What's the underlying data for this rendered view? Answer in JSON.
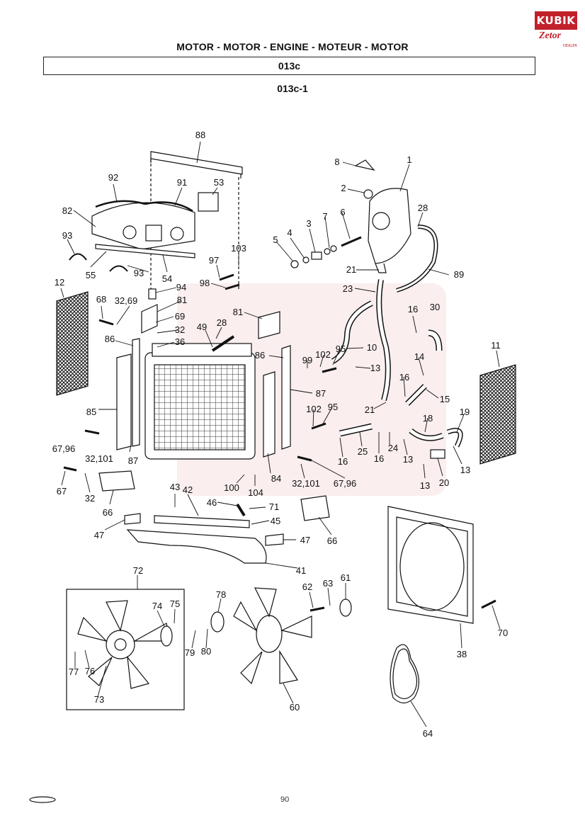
{
  "header": {
    "title": "MOTOR - MOTOR - ENGINE - MOTEUR - MOTOR",
    "section_code": "013c",
    "subsection_code": "013c-1"
  },
  "logo": {
    "brand": "KUBIK",
    "sub": "Zetor",
    "small": "DEALER",
    "color": "#c2202b"
  },
  "footer": {
    "page": "90"
  },
  "callouts": [
    {
      "id": "c88",
      "text": "88"
    },
    {
      "id": "c8",
      "text": "8"
    },
    {
      "id": "c1",
      "text": "1"
    },
    {
      "id": "c92",
      "text": "92"
    },
    {
      "id": "c91",
      "text": "91"
    },
    {
      "id": "c53",
      "text": "53"
    },
    {
      "id": "c2",
      "text": "2"
    },
    {
      "id": "c28a",
      "text": "28"
    },
    {
      "id": "c82",
      "text": "82"
    },
    {
      "id": "c7",
      "text": "7"
    },
    {
      "id": "c6",
      "text": "6"
    },
    {
      "id": "c3",
      "text": "3"
    },
    {
      "id": "c4",
      "text": "4"
    },
    {
      "id": "c5",
      "text": "5"
    },
    {
      "id": "c93a",
      "text": "93"
    },
    {
      "id": "c55",
      "text": "55"
    },
    {
      "id": "c93b",
      "text": "93"
    },
    {
      "id": "c54",
      "text": "54"
    },
    {
      "id": "c103",
      "text": "103"
    },
    {
      "id": "c97",
      "text": "97"
    },
    {
      "id": "c21a",
      "text": "21"
    },
    {
      "id": "c89",
      "text": "89"
    },
    {
      "id": "c12",
      "text": "12"
    },
    {
      "id": "c98",
      "text": "98"
    },
    {
      "id": "c94",
      "text": "94"
    },
    {
      "id": "c23",
      "text": "23"
    },
    {
      "id": "c68",
      "text": "68"
    },
    {
      "id": "c3269a",
      "text": "32,69"
    },
    {
      "id": "c81a",
      "text": "81"
    },
    {
      "id": "c81b",
      "text": "81"
    },
    {
      "id": "c69",
      "text": "69"
    },
    {
      "id": "c16a",
      "text": "16"
    },
    {
      "id": "c30",
      "text": "30"
    },
    {
      "id": "c32a",
      "text": "32"
    },
    {
      "id": "c49",
      "text": "49"
    },
    {
      "id": "c28b",
      "text": "28"
    },
    {
      "id": "c86a",
      "text": "86"
    },
    {
      "id": "c36",
      "text": "36"
    },
    {
      "id": "c10",
      "text": "10"
    },
    {
      "id": "c11",
      "text": "11"
    },
    {
      "id": "c95a",
      "text": "95"
    },
    {
      "id": "c86b",
      "text": "86"
    },
    {
      "id": "c102a",
      "text": "102"
    },
    {
      "id": "c99",
      "text": "99"
    },
    {
      "id": "c14",
      "text": "14"
    },
    {
      "id": "c13a",
      "text": "13"
    },
    {
      "id": "c16b",
      "text": "16"
    },
    {
      "id": "c15",
      "text": "15"
    },
    {
      "id": "c87a",
      "text": "87"
    },
    {
      "id": "c85",
      "text": "85"
    },
    {
      "id": "c21b",
      "text": "21"
    },
    {
      "id": "c19",
      "text": "19"
    },
    {
      "id": "c102b",
      "text": "102"
    },
    {
      "id": "c95b",
      "text": "95"
    },
    {
      "id": "c18",
      "text": "18"
    },
    {
      "id": "c6796a",
      "text": "67,96"
    },
    {
      "id": "c32101a",
      "text": "32,101"
    },
    {
      "id": "c87b",
      "text": "87"
    },
    {
      "id": "c25",
      "text": "25"
    },
    {
      "id": "c24",
      "text": "24"
    },
    {
      "id": "c16c",
      "text": "16"
    },
    {
      "id": "c16d",
      "text": "16"
    },
    {
      "id": "c13b",
      "text": "13"
    },
    {
      "id": "c13c",
      "text": "13"
    },
    {
      "id": "c84",
      "text": "84"
    },
    {
      "id": "c32101b",
      "text": "32,101"
    },
    {
      "id": "c6796b",
      "text": "67,96"
    },
    {
      "id": "c20",
      "text": "20"
    },
    {
      "id": "c13d",
      "text": "13"
    },
    {
      "id": "c67",
      "text": "67"
    },
    {
      "id": "c32b",
      "text": "32"
    },
    {
      "id": "c100",
      "text": "100"
    },
    {
      "id": "c104",
      "text": "104"
    },
    {
      "id": "c43",
      "text": "43"
    },
    {
      "id": "c42",
      "text": "42"
    },
    {
      "id": "c66a",
      "text": "66"
    },
    {
      "id": "c46",
      "text": "46"
    },
    {
      "id": "c71",
      "text": "71"
    },
    {
      "id": "c45",
      "text": "45"
    },
    {
      "id": "c47a",
      "text": "47"
    },
    {
      "id": "c47b",
      "text": "47"
    },
    {
      "id": "c66b",
      "text": "66"
    },
    {
      "id": "c41",
      "text": "41"
    },
    {
      "id": "c72",
      "text": "72"
    },
    {
      "id": "c78",
      "text": "78"
    },
    {
      "id": "c62",
      "text": "62"
    },
    {
      "id": "c63",
      "text": "63"
    },
    {
      "id": "c61",
      "text": "61"
    },
    {
      "id": "c74",
      "text": "74"
    },
    {
      "id": "c75",
      "text": "75"
    },
    {
      "id": "c70",
      "text": "70"
    },
    {
      "id": "c79",
      "text": "79"
    },
    {
      "id": "c80",
      "text": "80"
    },
    {
      "id": "c77",
      "text": "77"
    },
    {
      "id": "c76",
      "text": "76"
    },
    {
      "id": "c38",
      "text": "38"
    },
    {
      "id": "c73",
      "text": "73"
    },
    {
      "id": "c60",
      "text": "60"
    },
    {
      "id": "c64",
      "text": "64"
    }
  ]
}
